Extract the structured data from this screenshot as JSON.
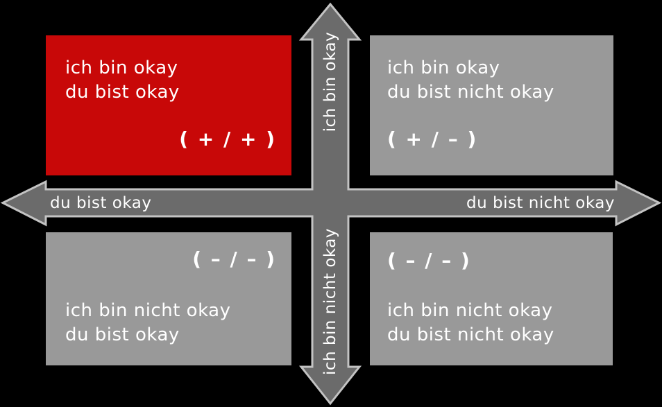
{
  "colors": {
    "background": "#000000",
    "quadrant_red": "#c80808",
    "quadrant_gray": "#999999",
    "arrow_fill": "#6b6b6b",
    "arrow_stroke": "#c3c3c3",
    "text": "#ffffff"
  },
  "axes": {
    "vertical_top": "ich bin okay",
    "vertical_bottom": "ich bin nicht okay",
    "horizontal_left": "du bist okay",
    "horizontal_right": "du bist nicht okay"
  },
  "quadrants": {
    "top_left": {
      "line1": "ich bin okay",
      "line2": "du bist okay",
      "symbol": "( + / + )"
    },
    "top_right": {
      "line1": "ich bin okay",
      "line2": "du bist nicht okay",
      "symbol": "( + / – )"
    },
    "bottom_left": {
      "line1": "ich bin nicht okay",
      "line2": "du bist okay",
      "symbol": "( – / – )"
    },
    "bottom_right": {
      "line1": "ich bin nicht okay",
      "line2": "du bist nicht okay",
      "symbol": "( – / – )"
    }
  }
}
